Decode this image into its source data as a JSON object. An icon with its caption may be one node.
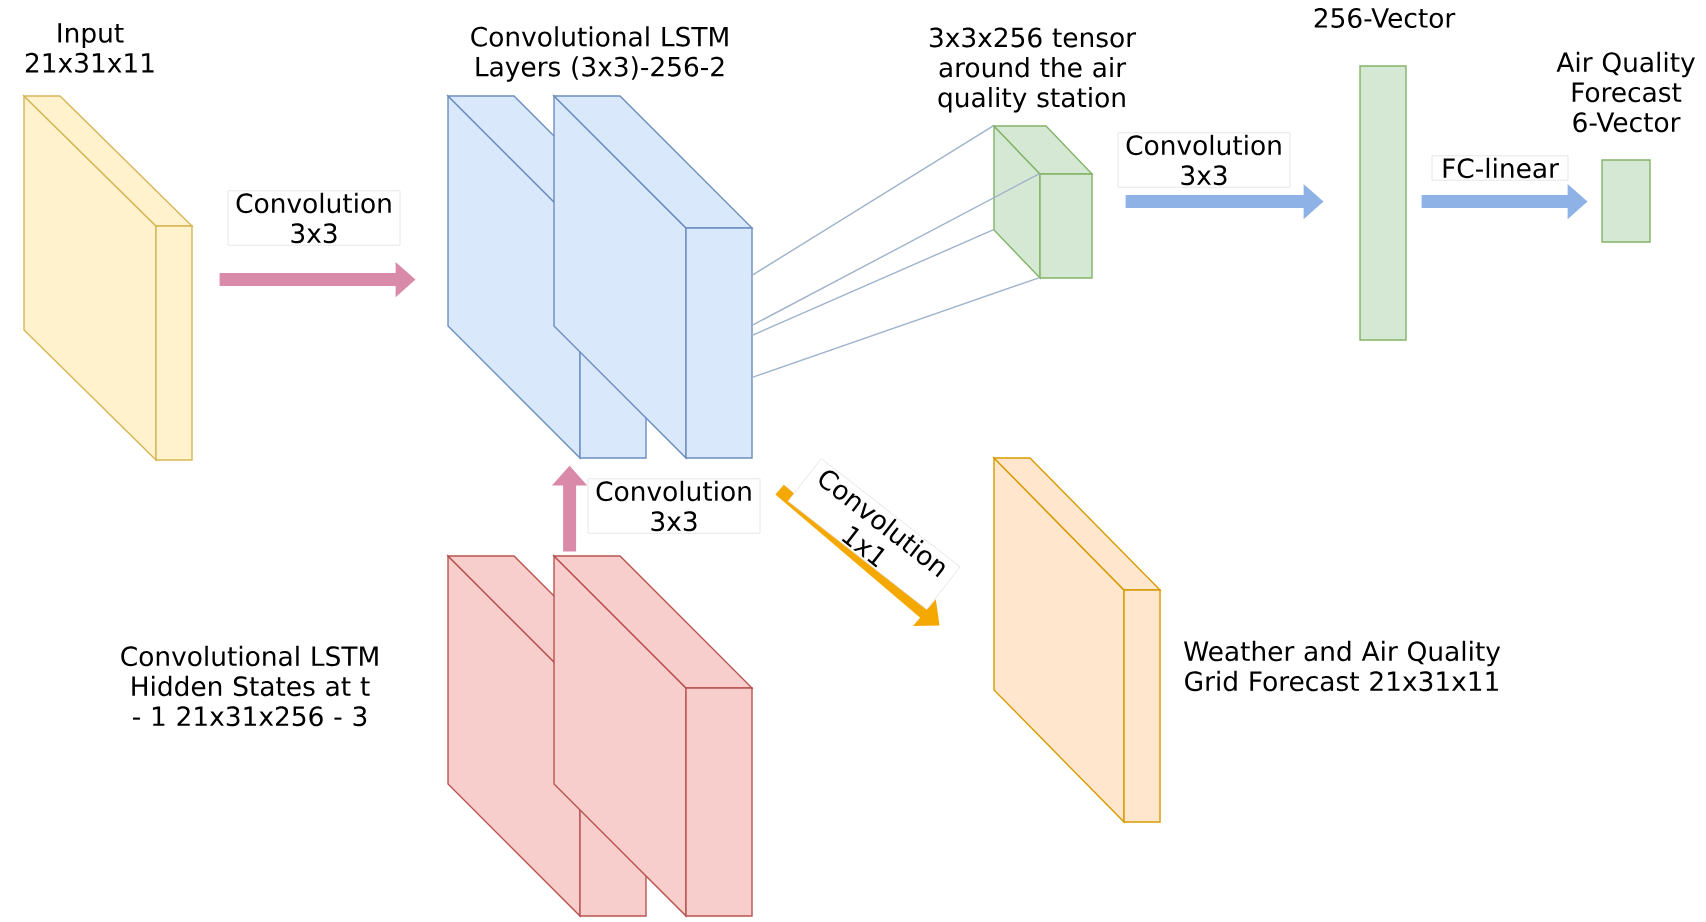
{
  "diagram": {
    "nodes": [
      {
        "text": [
          "Input 21x31x11"
        ]
      },
      {
        "text": [
          "Convolutional LSTM Layers (3x3)-256-2"
        ]
      },
      {
        "text": [
          "3x3x256 tensor around the air quality station"
        ]
      },
      {
        "text": [
          "256-Vector"
        ]
      },
      {
        "text": [
          "Air Quality Forecast 6-Vector"
        ]
      },
      {
        "text": [
          "Convolutional LSTM Hidden States at t - 1 21x31x256 - 3"
        ]
      },
      {
        "text": [
          "Weather and Air Quality Grid Forecast 21x31x11"
        ]
      }
    ],
    "edges": [
      {
        "from": 0,
        "to": 1,
        "arrow": "to",
        "label": "Convolution 3x3",
        "color": "#d98aa8"
      },
      {
        "from": 5,
        "to": 1,
        "arrow": "to",
        "label": "Convolution 3x3",
        "color": "#d98aa8"
      },
      {
        "from": 1,
        "to": 2,
        "arrow": "none",
        "color": "#9fb3cc"
      },
      {
        "from": 1,
        "to": 2,
        "arrow": "none",
        "color": "#9fb3cc"
      },
      {
        "from": 1,
        "to": 2,
        "arrow": "none",
        "color": "#9fb3cc"
      },
      {
        "from": 1,
        "to": 2,
        "arrow": "none",
        "color": "#9fb3cc"
      },
      {
        "from": 2,
        "to": 3,
        "arrow": "to",
        "label": "Convolution 3x3",
        "color": "#8fb2e6"
      },
      {
        "from": 3,
        "to": 4,
        "arrow": "to",
        "label": "FC-linear",
        "color": "#8fb2e6"
      },
      {
        "from": 1,
        "to": 6,
        "arrow": "to",
        "label": "Convolution 1x1",
        "color": "#f5a800"
      }
    ]
  }
}
